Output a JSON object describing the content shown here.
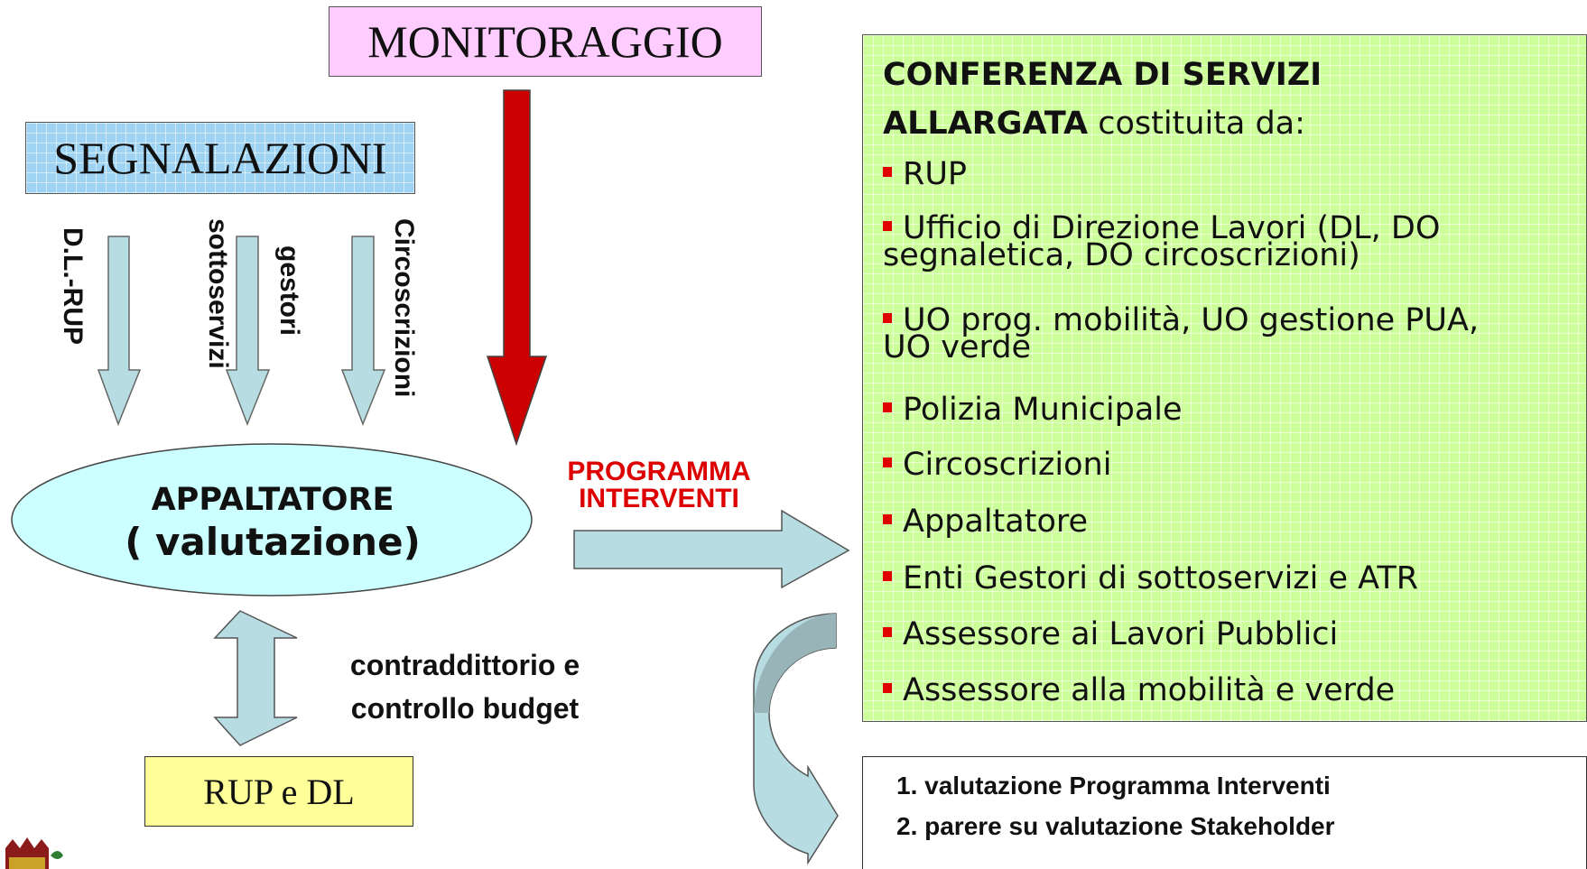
{
  "monitoraggio": "MONITORAGGIO",
  "segnalazioni": "SEGNALAZIONI",
  "sources": [
    "D.L.-RUP",
    "gestori",
    "sottoservizi",
    "Circoscrizioni"
  ],
  "appaltatore": {
    "line1": "APPALTATORE",
    "line2": "( valutazione)"
  },
  "programma": {
    "line1": "PROGRAMMA",
    "line2": "INTERVENTI"
  },
  "contraddittorio": {
    "line1": "contraddittorio e",
    "line2": "controllo budget"
  },
  "rup_dl": "RUP e DL",
  "conferenza": {
    "title_bold_1": "CONFERENZA DI SERVIZI",
    "title_bold_2": "ALLARGATA",
    "title_rest": " costituita da:",
    "items": [
      {
        "line1": "RUP"
      },
      {
        "line1": "Ufficio di Direzione Lavori (DL, DO",
        "line2": "segnaletica, DO circoscrizioni)"
      },
      {
        "line1": "UO prog. mobilità, UO gestione PUA,",
        "line2": "UO verde"
      },
      {
        "line1": "Polizia Municipale"
      },
      {
        "line1": "Circoscrizioni"
      },
      {
        "line1": "Appaltatore"
      },
      {
        "line1": "Enti Gestori di sottoservizi e ATR"
      },
      {
        "line1": "Assessore ai Lavori Pubblici"
      },
      {
        "line1": "Assessore alla mobilità e verde"
      }
    ]
  },
  "outcomes": [
    "1. valutazione  Programma Interventi",
    "2. parere su valutazione Stakeholder"
  ],
  "colors": {
    "monitoraggio_bg": "#ffccff",
    "segnalazioni_bg": "#9fd3f3",
    "rup_dl_bg": "#ffff99",
    "conferenza_bg": "#ccff99",
    "appaltatore_bg": "#ccffff",
    "arrow_light": "#b7dde2",
    "arrow_red": "#cc0000",
    "bullet": "#e00000",
    "programma_text": "#dd0000"
  },
  "icons": [
    "municipal-crest-icon"
  ]
}
